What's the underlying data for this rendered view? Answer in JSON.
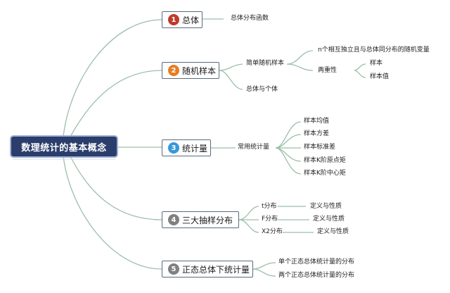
{
  "root": {
    "label": "数理统计的基本概念"
  },
  "colors": {
    "line": "#9bbfa9",
    "root_bg": "#2b3d6b",
    "badge_1": "#c0392b",
    "badge_2": "#e67e22",
    "badge_3": "#3498db",
    "badge_4": "#808080",
    "badge_5": "#808080"
  },
  "topics": [
    {
      "number": "1",
      "label": "总体"
    },
    {
      "number": "2",
      "label": "随机样本"
    },
    {
      "number": "3",
      "label": "统计量"
    },
    {
      "number": "4",
      "label": "三大抽样分布"
    },
    {
      "number": "5",
      "label": "正态总体下统计量"
    }
  ],
  "subtopics": {
    "population_dist": "总体分布函数",
    "simple_random_sample": "简单随机样本",
    "iid_note": "n个相互独立且与总体同分布的随机变量",
    "duality": "两重性",
    "sample": "样本",
    "sample_value": "样本值",
    "population_individual": "总体与个体",
    "common_statistics": "常用统计量",
    "stat_mean": "样本均值",
    "stat_variance": "样本方差",
    "stat_std": "样本标准差",
    "stat_raw_moment": "样本K阶原点矩",
    "stat_central_moment": "样本K阶中心矩",
    "t_dist": "t分布",
    "f_dist": "F分布",
    "chi2_dist": "X2分布",
    "def_property_t": "定义与性质",
    "def_property_f": "定义与性质",
    "def_property_chi2": "定义与性质",
    "single_normal": "单个正态总体统计量的分布",
    "two_normal": "两个正态总体统计量的分布"
  }
}
